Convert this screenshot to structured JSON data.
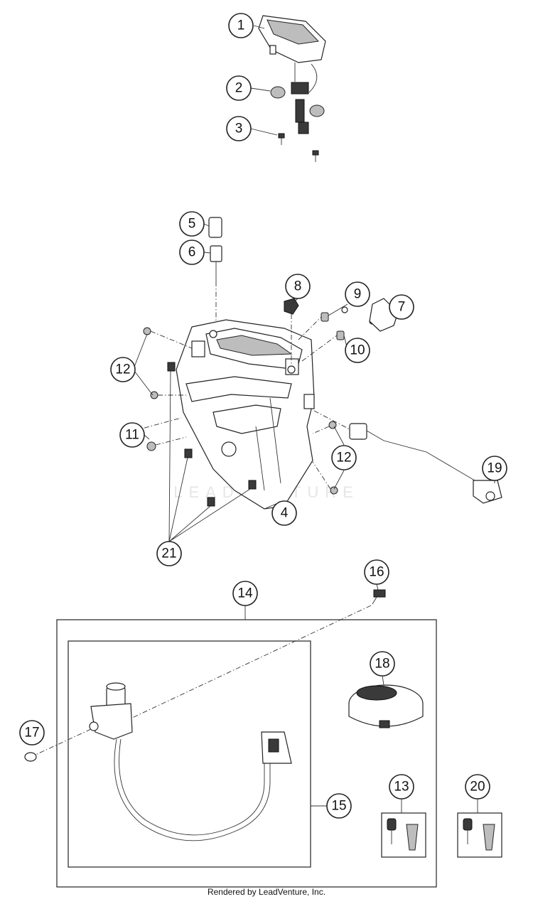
{
  "diagram": {
    "watermark": "LEADVENTURE",
    "footer": "Rendered by LeadVenture, Inc.",
    "callouts": [
      {
        "label": "1"
      },
      {
        "label": "2"
      },
      {
        "label": "3"
      },
      {
        "label": "5"
      },
      {
        "label": "6"
      },
      {
        "label": "8"
      },
      {
        "label": "9"
      },
      {
        "label": "7"
      },
      {
        "label": "10"
      },
      {
        "label": "12"
      },
      {
        "label": "11"
      },
      {
        "label": "12"
      },
      {
        "label": "19"
      },
      {
        "label": "4"
      },
      {
        "label": "21"
      },
      {
        "label": "16"
      },
      {
        "label": "14"
      },
      {
        "label": "18"
      },
      {
        "label": "17"
      },
      {
        "label": "15"
      },
      {
        "label": "13"
      },
      {
        "label": "20"
      }
    ]
  }
}
